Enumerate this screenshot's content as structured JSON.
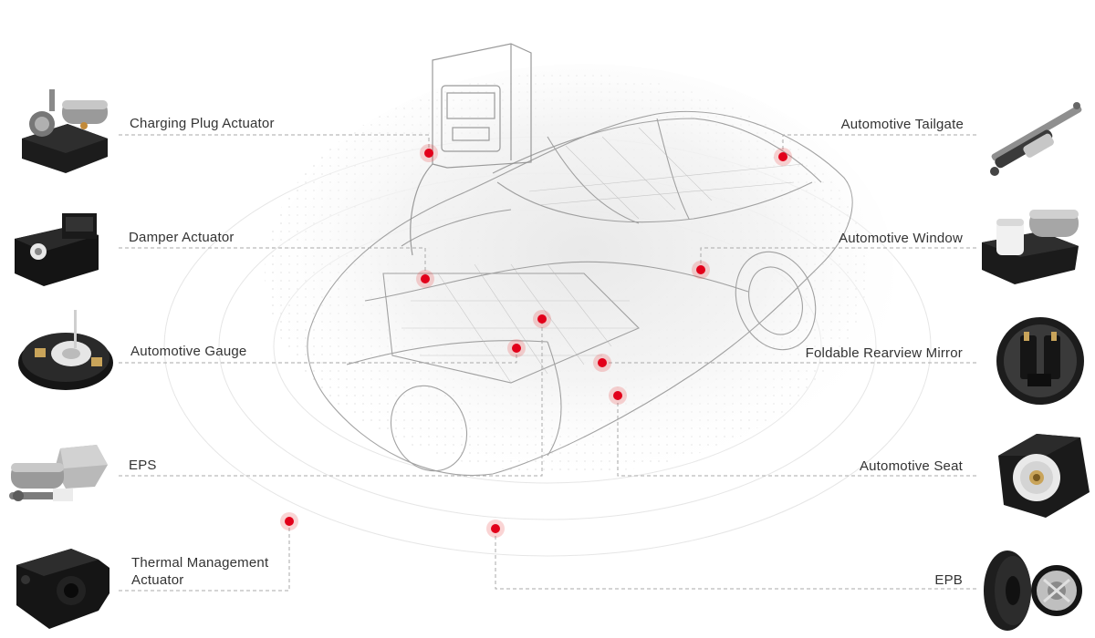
{
  "accent_color": "#e2001a",
  "line_color": "#aaaaaa",
  "left_items": [
    {
      "label": "Charging Plug Actuator",
      "icon": "charging-plug-actuator-image"
    },
    {
      "label": "Damper Actuator",
      "icon": "damper-actuator-image"
    },
    {
      "label": "Automotive Gauge",
      "icon": "automotive-gauge-image"
    },
    {
      "label": "EPS",
      "icon": "eps-motor-image"
    },
    {
      "label_line1": "Thermal Management",
      "label_line2": "Actuator",
      "icon": "thermal-management-actuator-image"
    }
  ],
  "right_items": [
    {
      "label": "Automotive Tailgate",
      "icon": "tailgate-actuator-image"
    },
    {
      "label": "Automotive Window",
      "icon": "window-lift-motor-image"
    },
    {
      "label": "Foldable Rearview Mirror",
      "icon": "rearview-mirror-actuator-image"
    },
    {
      "label": "Automotive Seat",
      "icon": "seat-actuator-image"
    },
    {
      "label": "EPB",
      "icon": "epb-actuator-image"
    }
  ],
  "center_illustration": "car-wireframe-with-charging-station"
}
